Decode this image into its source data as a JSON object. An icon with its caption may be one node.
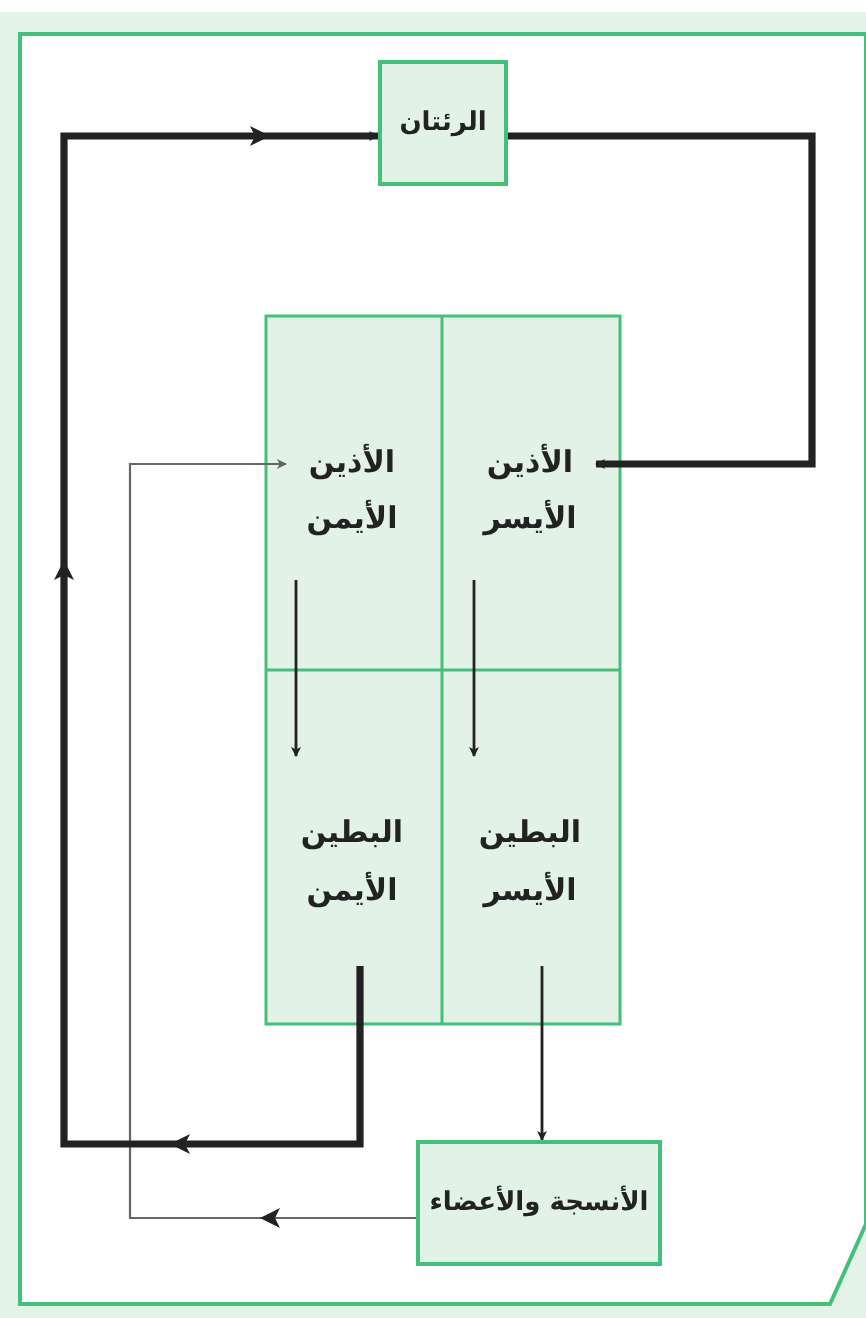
{
  "diagram": {
    "nodes": [
      {
        "text": [
          "الرئتان"
        ]
      },
      {
        "text": [
          "الأذين الأيمن"
        ]
      },
      {
        "text": [
          "الأذين الأيسر"
        ]
      },
      {
        "text": [
          "البطين الأيمن"
        ]
      },
      {
        "text": [
          "البطين الأيسر"
        ]
      },
      {
        "text": [
          "الأنسجة والأعضاء"
        ]
      }
    ],
    "edges": [
      {
        "from": 0,
        "to": 2,
        "arrow": "to",
        "style": "thick"
      },
      {
        "from": 2,
        "to": 4,
        "arrow": "to"
      },
      {
        "from": 1,
        "to": 3,
        "arrow": "to"
      },
      {
        "from": 4,
        "to": 5,
        "arrow": "to"
      },
      {
        "from": 5,
        "to": 1,
        "arrow": "to",
        "color": "#666666"
      },
      {
        "from": 3,
        "to": 0,
        "arrow": "to",
        "style": "thick"
      }
    ]
  }
}
